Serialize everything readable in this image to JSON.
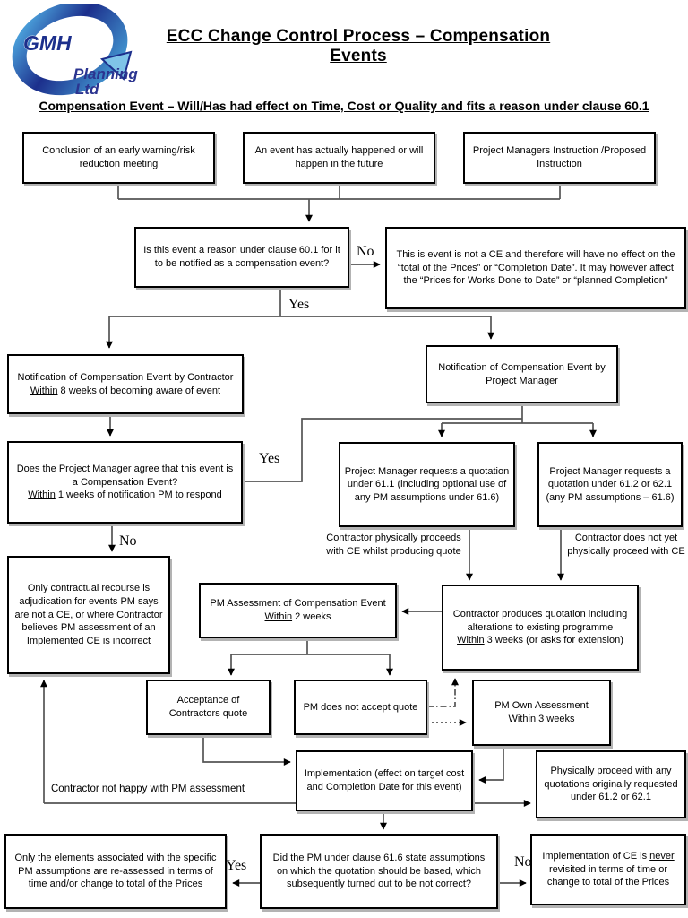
{
  "header": {
    "title": "ECC Change Control Process – Compensation Events",
    "subtitle": "Compensation Event – Will/Has had effect on Time, Cost or Quality and fits a reason under clause 60.1",
    "logo": {
      "acronym": "GMH",
      "line1": "Planning",
      "line2": "Ltd"
    }
  },
  "colors": {
    "box_border": "#000000",
    "connector": "#555555",
    "shadow": "#b3b3b3",
    "logo_dark_blue": "#1c2f8c",
    "logo_light_blue": "#4aa8dc"
  },
  "nodes": {
    "warning": {
      "lines": [
        [
          {
            "t": "Conclusion of an early warning/risk"
          }
        ],
        [
          {
            "t": "reduction meeting"
          }
        ]
      ]
    },
    "event": {
      "lines": [
        [
          {
            "t": "An event has actually happened or will"
          }
        ],
        [
          {
            "t": "happen in the future"
          }
        ]
      ]
    },
    "pmi": {
      "lines": [
        [
          {
            "t": "Project Managers Instruction /Proposed"
          }
        ],
        [
          {
            "t": "Instruction"
          }
        ]
      ]
    },
    "decision1": {
      "lines": [
        [
          {
            "t": "Is this event a reason under clause 60.1 for it"
          }
        ],
        [
          {
            "t": "to be notified as a compensation event?"
          }
        ]
      ]
    },
    "notce": {
      "lines": [
        [
          {
            "t": "This is event is not a CE and therefore will have no effect on the"
          }
        ],
        [
          {
            "t": "“total of the Prices” or “Completion Date”. It may however affect"
          }
        ],
        [
          {
            "t": "the “Prices for Works Done to Date” or “planned Completion”"
          }
        ]
      ]
    },
    "nbc": {
      "lines": [
        [
          {
            "t": "Notification of Compensation Event by Contractor"
          }
        ],
        [
          {
            "t": "Within",
            "u": true
          },
          {
            "t": " 8 weeks of becoming aware of event"
          }
        ]
      ]
    },
    "nbpm": {
      "lines": [
        [
          {
            "t": "Notification of Compensation Event by"
          }
        ],
        [
          {
            "t": "Project Manager"
          }
        ]
      ]
    },
    "doespm": {
      "lines": [
        [
          {
            "t": "Does the Project Manager agree that this event is"
          }
        ],
        [
          {
            "t": "a Compensation Event?"
          }
        ],
        [
          {
            "t": "Within",
            "u": true
          },
          {
            "t": " 1 weeks of notification PM to respond"
          }
        ]
      ]
    },
    "req611": {
      "lines": [
        [
          {
            "t": "Project Manager requests a quotation"
          }
        ],
        [
          {
            "t": "under 61.1 (including optional use of"
          }
        ],
        [
          {
            "t": "any PM assumptions under 61.6)"
          }
        ]
      ]
    },
    "req612": {
      "lines": [
        [
          {
            "t": "Project Manager requests a"
          }
        ],
        [
          {
            "t": "quotation under 61.2 or 62.1"
          }
        ],
        [
          {
            "t": "(any PM assumptions – 61.6)"
          }
        ]
      ]
    },
    "recourse": {
      "lines": [
        [
          {
            "t": "Only contractual recourse is"
          }
        ],
        [
          {
            "t": "adjudication for events PM says"
          }
        ],
        [
          {
            "t": "are not a CE, or where Contractor"
          }
        ],
        [
          {
            "t": "believes PM assessment of an"
          }
        ],
        [
          {
            "t": "Implemented CE is incorrect"
          }
        ]
      ]
    },
    "pmassess": {
      "lines": [
        [
          {
            "t": "PM Assessment of Compensation Event"
          }
        ],
        [
          {
            "t": "Within",
            "u": true
          },
          {
            "t": " 2 weeks"
          }
        ]
      ]
    },
    "produces": {
      "lines": [
        [
          {
            "t": "Contractor produces quotation including"
          }
        ],
        [
          {
            "t": "alterations to existing programme"
          }
        ],
        [
          {
            "t": "Within",
            "u": true
          },
          {
            "t": " 3 weeks (or asks for extension)"
          }
        ]
      ]
    },
    "accept": {
      "lines": [
        [
          {
            "t": "Acceptance of"
          }
        ],
        [
          {
            "t": "Contractors quote"
          }
        ]
      ]
    },
    "notaccept": {
      "lines": [
        [
          {
            "t": "PM does not accept quote"
          }
        ]
      ]
    },
    "pmown": {
      "lines": [
        [
          {
            "t": "PM Own Assessment"
          }
        ],
        [
          {
            "t": "Within",
            "u": true
          },
          {
            "t": " 3 weeks"
          }
        ]
      ]
    },
    "impl": {
      "lines": [
        [
          {
            "t": "Implementation (effect on target cost"
          }
        ],
        [
          {
            "t": "and Completion Date for this event)"
          }
        ]
      ]
    },
    "physproceed": {
      "lines": [
        [
          {
            "t": "Physically proceed with any"
          }
        ],
        [
          {
            "t": "quotations originally requested"
          }
        ],
        [
          {
            "t": "under 61.2 or 62.1"
          }
        ]
      ]
    },
    "onlyelements": {
      "lines": [
        [
          {
            "t": "Only the elements associated with the specific"
          }
        ],
        [
          {
            "t": "PM assumptions are re-assessed in terms of"
          }
        ],
        [
          {
            "t": "time and/or change to total of the Prices"
          }
        ]
      ]
    },
    "didpm": {
      "lines": [
        [
          {
            "t": "Did the PM under clause 61.6 state assumptions"
          }
        ],
        [
          {
            "t": "on which the quotation should be based, which"
          }
        ],
        [
          {
            "t": "subsequently turned out to be not correct?"
          }
        ]
      ]
    },
    "never": {
      "lines": [
        [
          {
            "t": "Implementation of CE is "
          },
          {
            "t": "never",
            "u": true
          }
        ],
        [
          {
            "t": "revisited in terms of time or"
          },
          {
            "t": " "
          }
        ],
        [
          {
            "t": "change to total of the Prices"
          }
        ]
      ]
    }
  },
  "labels": {
    "no_top": "No",
    "yes_top": "Yes",
    "yes_mid": "Yes",
    "no_mid": "No",
    "yes_bottom": "Yes",
    "no_bottom": "No",
    "contractor_proceeds": {
      "lines": [
        [
          {
            "t": "Contractor physically proceeds"
          }
        ],
        [
          {
            "t": "with CE whilst producing quote"
          }
        ]
      ]
    },
    "contractor_not_yet": {
      "lines": [
        [
          {
            "t": "Contractor does not yet"
          }
        ],
        [
          {
            "t": "physically proceed with CE"
          }
        ]
      ]
    },
    "contractor_not_happy": "Contractor not happy with PM assessment"
  }
}
